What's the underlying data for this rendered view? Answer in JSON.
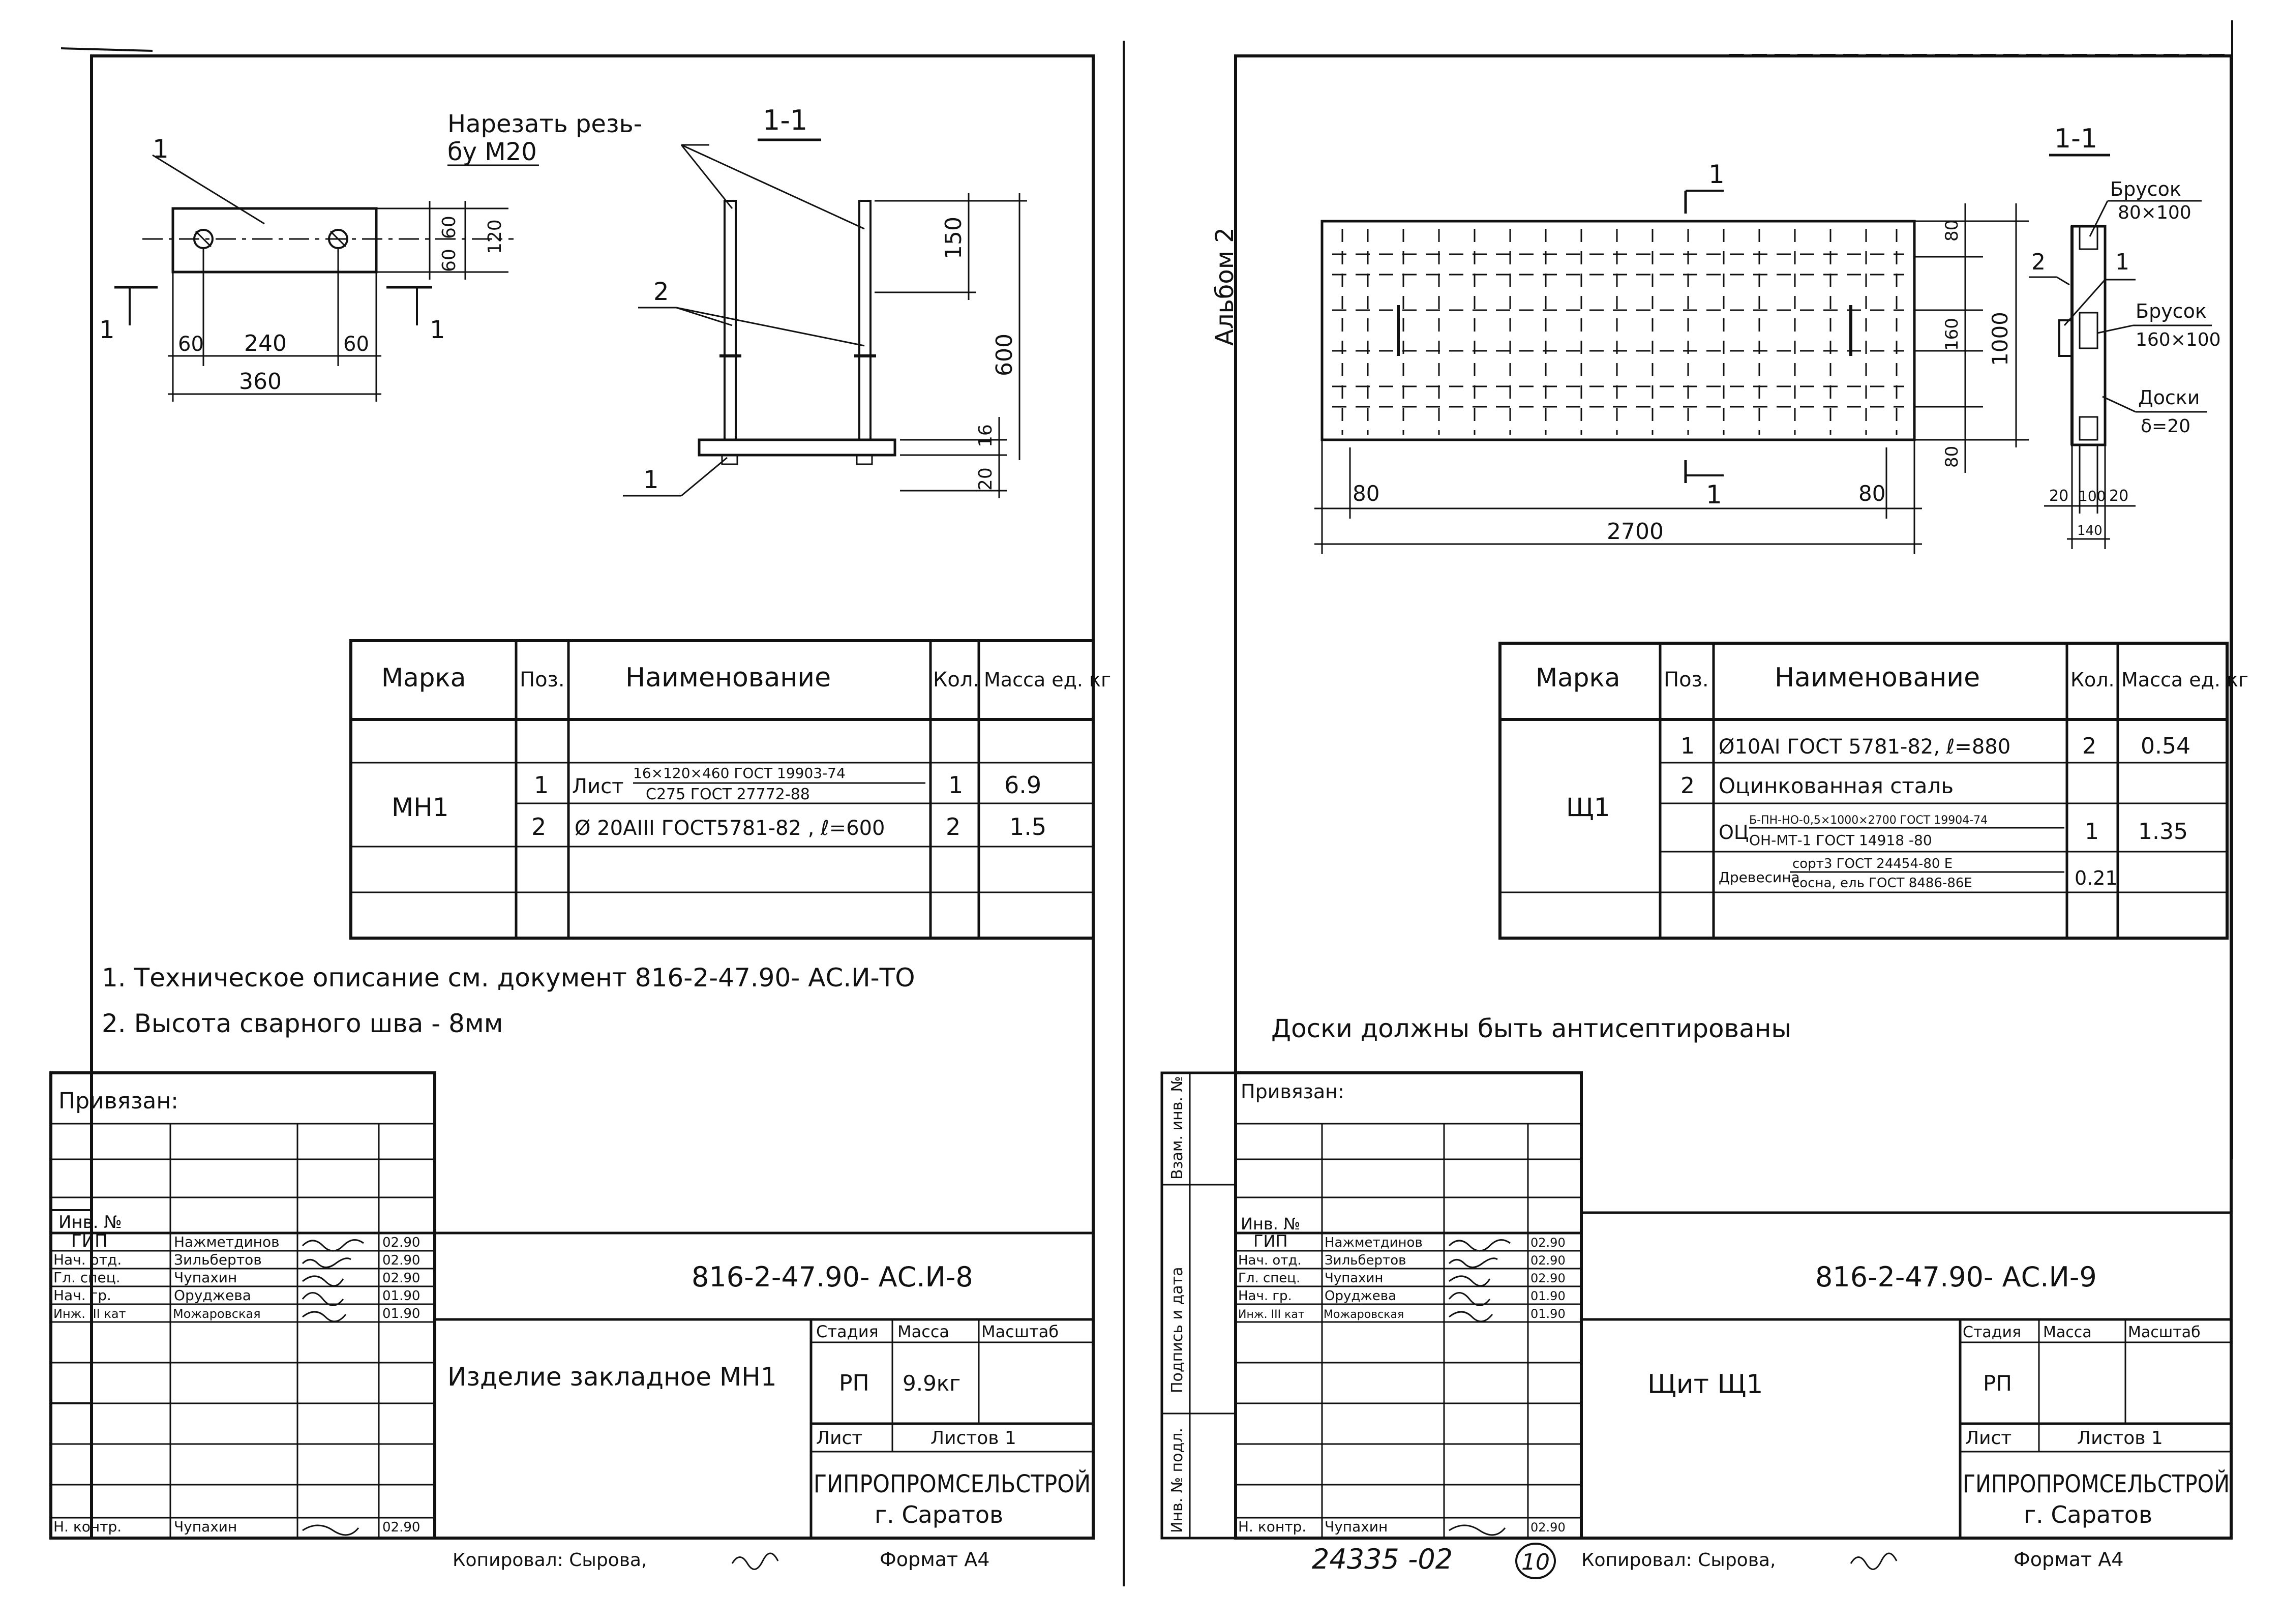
{
  "left": {
    "drawing": {
      "callout_thread": [
        "Нарезать резь-",
        "бу М20"
      ],
      "section_label": "1-1",
      "part_mark_1": "1",
      "part_mark_2": "2",
      "part_mark_1b": "1",
      "cut_mark_left": "1",
      "cut_mark_right": "1",
      "dims": {
        "d60a": "60",
        "d60b": "60",
        "d120": "120",
        "d60l": "60",
        "d240": "240",
        "d60r": "60",
        "d360": "360",
        "d150": "150",
        "d600": "600",
        "d16": "16",
        "d20": "20"
      }
    },
    "spec_table": {
      "headers": [
        "Марка",
        "Поз.",
        "Наименование",
        "Кол.",
        "Масса ед. кг"
      ],
      "mark": "МН1",
      "rows": [
        {
          "pos": "1",
          "name": "Лист",
          "name_top": "16×120×460 ГОСТ 19903-74",
          "name_bottom": "С275  ГОСТ 27772-88",
          "qty": "1",
          "mass": "6.9"
        },
        {
          "pos": "2",
          "name": "Ø 20АIII ГОСТ5781-82 ,  ℓ=600",
          "qty": "2",
          "mass": "1.5"
        }
      ]
    },
    "notes": [
      "1. Техническое  описание  см. документ  816-2-47.90- АС.И-ТО",
      "2. Высота  сварного  шва  -  8мм"
    ],
    "title_block": {
      "bound": "Привязан:",
      "inv_no": "Инв. №",
      "staff": [
        {
          "role": "ГИП",
          "name": "Нажметдинов",
          "date": "02.90"
        },
        {
          "role": "Нач. отд.",
          "name": "Зильбертов",
          "date": "02.90"
        },
        {
          "role": "Гл. спец.",
          "name": "Чупахин",
          "date": "02.90"
        },
        {
          "role": "Нач. гр.",
          "name": "Оруджева",
          "date": "01.90"
        },
        {
          "role": "Инж. III кат",
          "name": "Можаровская",
          "date": "01.90"
        }
      ],
      "control": {
        "role": "Н. контр.",
        "name": "Чупахин",
        "date": "02.90"
      },
      "doc_code": "816-2-47.90- АС.И-8",
      "item_name": "Изделие закладное МН1",
      "col_stage": "Стадия",
      "col_mass": "Масса",
      "col_scale": "Масштаб",
      "stage": "РП",
      "mass": "9.9кг",
      "sheet": "Лист",
      "sheets": "Листов 1",
      "org": "ГИПРОПРОМСЕЛЬСТРОЙ",
      "city": "г. Саратов"
    },
    "copied": "Копировал: Сырова,",
    "format": "Формат А4"
  },
  "right": {
    "side_label": "Альбом 2",
    "drawing": {
      "section_label": "1-1",
      "cut_top": "1",
      "cut_bottom": "1",
      "callouts": [
        {
          "title": "Брусок",
          "size": "80×100"
        },
        {
          "title": "Брусок",
          "size": "160×100"
        },
        {
          "title": "Доски",
          "size": "δ=20"
        }
      ],
      "mark_1": "1",
      "mark_2": "2",
      "dims": {
        "d80top": "80",
        "d160": "160",
        "d1000": "1000",
        "d80bot": "80",
        "d80l": "80",
        "d80r": "80",
        "d2700": "2700",
        "d20a": "20",
        "d100": "100",
        "d20b": "20",
        "d140": "140"
      }
    },
    "spec_table": {
      "headers": [
        "Марка",
        "Поз.",
        "Наименование",
        "Кол.",
        "Масса ед. кг"
      ],
      "mark": "Щ1",
      "rows": [
        {
          "pos": "1",
          "name": "Ø10АI  ГОСТ 5781-82,  ℓ=880",
          "qty": "2",
          "mass": "0.54"
        },
        {
          "pos": "2",
          "name": "Оцинкованная  сталь",
          "qty": "",
          "mass": ""
        },
        {
          "pos": "",
          "name": "ОЦ",
          "name_top": "Б-ПН-НО-0,5×1000×2700 ГОСТ 19904-74",
          "name_bottom": "ОН-МТ-1  ГОСТ 14918 -80",
          "qty": "1",
          "mass": "1.35"
        },
        {
          "pos": "",
          "name": "Древесина",
          "name_top": "сорт3 ГОСТ 24454-80  Е",
          "name_bottom": "сосна, ель ГОСТ 8486-86Е",
          "qty": "0.21",
          "mass": ""
        }
      ]
    },
    "note": "Доски  должны  быть  антисептированы",
    "side_stamp": [
      "Инв. № подл.",
      "Подпись и дата",
      "Взам. инв. №"
    ],
    "title_block": {
      "bound": "Привязан:",
      "inv_no": "Инв. №",
      "staff": [
        {
          "role": "ГИП",
          "name": "Нажметдинов",
          "date": "02.90"
        },
        {
          "role": "Нач. отд.",
          "name": "Зильбертов",
          "date": "02.90"
        },
        {
          "role": "Гл. спец.",
          "name": "Чупахин",
          "date": "02.90"
        },
        {
          "role": "Нач. гр.",
          "name": "Оруджева",
          "date": "01.90"
        },
        {
          "role": "Инж. III кат",
          "name": "Можаровская",
          "date": "01.90"
        }
      ],
      "control": {
        "role": "Н. контр.",
        "name": "Чупахин",
        "date": "02.90"
      },
      "doc_code": "816-2-47.90- АС.И-9",
      "item_name": "Щит   Щ1",
      "col_stage": "Стадия",
      "col_mass": "Масса",
      "col_scale": "Масштаб",
      "stage": "РП",
      "mass": "",
      "sheet": "Лист",
      "sheets": "Листов 1",
      "org": "ГИПРОПРОМСЕЛЬСТРОЙ",
      "city": "г. Саратов"
    },
    "archive_no": "24335 -02",
    "page_no": "10",
    "copied": "Копировал: Сырова,",
    "format": "Формат А4"
  }
}
